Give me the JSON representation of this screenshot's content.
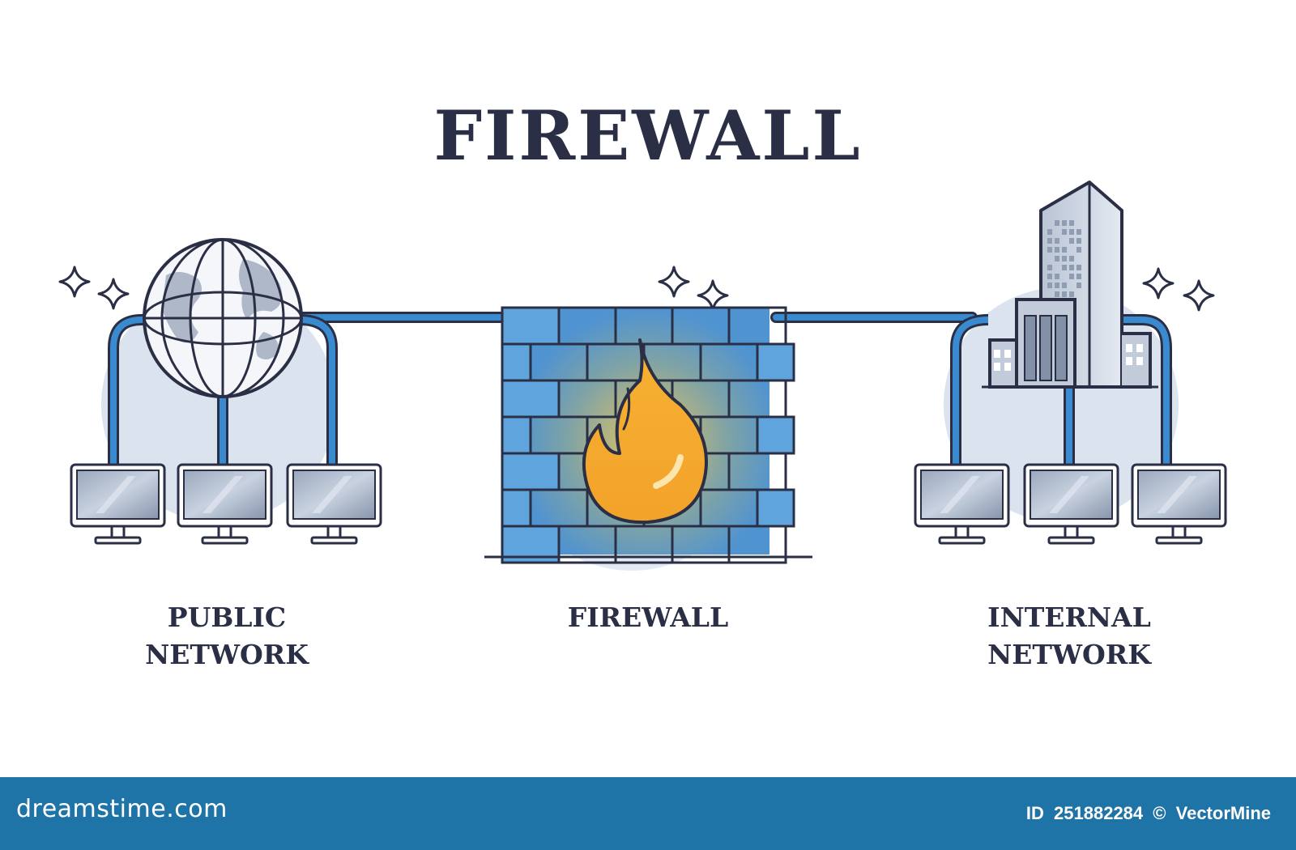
{
  "title": "FIREWALL",
  "labels": {
    "public": [
      "PUBLIC",
      "NETWORK"
    ],
    "firewall": "FIREWALL",
    "internal": [
      "INTERNAL",
      "NETWORK"
    ]
  },
  "footer": {
    "brand": "dreamstime.com",
    "id_label": "ID",
    "id_number": "251882284",
    "copyright_symbol": "©",
    "author": "VectorMine"
  },
  "icons": [
    "globe-icon",
    "computer-monitor-icon",
    "brick-wall-icon",
    "flame-icon",
    "office-building-icon",
    "sparkle-icon"
  ],
  "colors": {
    "text": "#2a2f45",
    "cable": "#2f7fc7",
    "outline": "#2a2f45",
    "halo": "#dbe3ee",
    "flame": "#f4a829",
    "footer_bg": "#1f74a7"
  }
}
